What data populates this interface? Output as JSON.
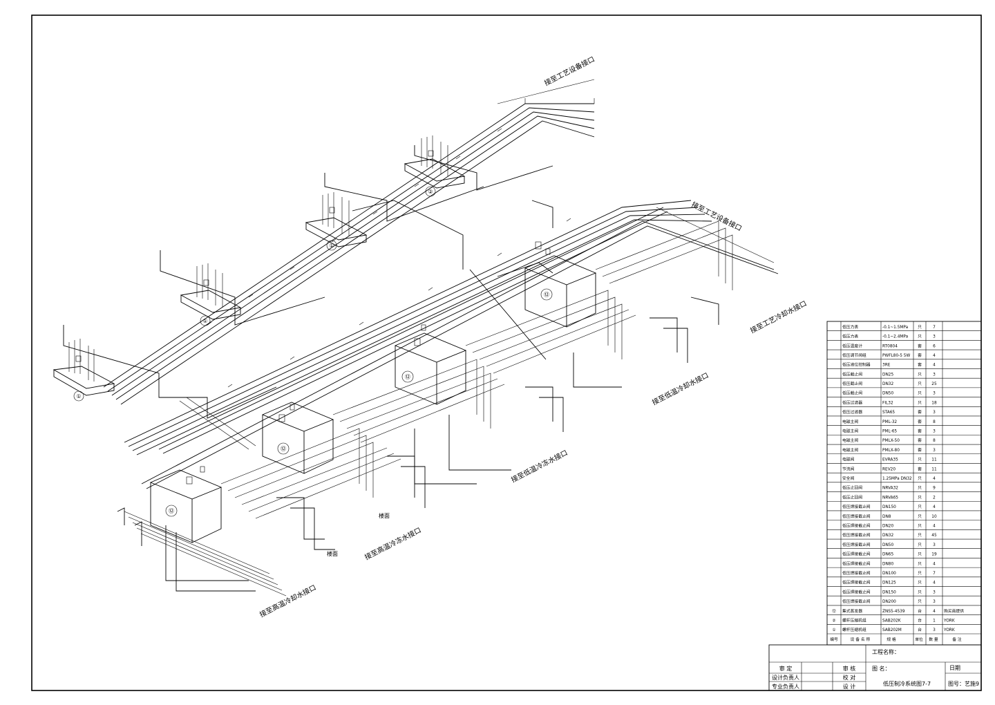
{
  "drawing": {
    "rotated_labels": [
      "接至工艺设备接口",
      "接至工艺设备接口",
      "接至工艺冷却水接口",
      "接至低温冷却水接口",
      "接至低温冷冻水接口",
      "接至高温冷冻水接口",
      "接至高温冷却水接口"
    ],
    "unit_labels": [
      "①",
      "①",
      "①",
      "②",
      "⑫",
      "⑫",
      "⑫",
      "⑫"
    ],
    "floor_labels": [
      "楼面",
      "楼面"
    ]
  },
  "equipment_table": {
    "header": {
      "no": "编号",
      "name": "设 备 名 称",
      "spec": "规 格",
      "unit": "单位",
      "qty": "数 量",
      "remark": "备 注"
    },
    "rows": [
      {
        "no": "",
        "name": "低压力表",
        "spec": "-0.1~1.5MPa",
        "unit": "只",
        "qty": "7",
        "remark": ""
      },
      {
        "no": "",
        "name": "低压力表",
        "spec": "-0.1~2.4MPa",
        "unit": "只",
        "qty": "3",
        "remark": ""
      },
      {
        "no": "",
        "name": "低压温度计",
        "spec": "RT0804",
        "unit": "套",
        "qty": "6",
        "remark": ""
      },
      {
        "no": "",
        "name": "低压调节阀组",
        "spec": "PWFL80-5  5W",
        "unit": "套",
        "qty": "4",
        "remark": ""
      },
      {
        "no": "",
        "name": "低压液位控制器",
        "spec": "3RE",
        "unit": "套",
        "qty": "4",
        "remark": ""
      },
      {
        "no": "",
        "name": "低压截止阀",
        "spec": "DN25",
        "unit": "只",
        "qty": "3",
        "remark": ""
      },
      {
        "no": "",
        "name": "低压截止阀",
        "spec": "DN32",
        "unit": "只",
        "qty": "25",
        "remark": ""
      },
      {
        "no": "",
        "name": "低压截止阀",
        "spec": "DN50",
        "unit": "只",
        "qty": "3",
        "remark": ""
      },
      {
        "no": "",
        "name": "低压过滤器",
        "spec": "FIL32",
        "unit": "只",
        "qty": "18",
        "remark": ""
      },
      {
        "no": "",
        "name": "低压过滤器",
        "spec": "STA65",
        "unit": "套",
        "qty": "3",
        "remark": ""
      },
      {
        "no": "",
        "name": "电磁主阀",
        "spec": "PML-32",
        "unit": "套",
        "qty": "8",
        "remark": ""
      },
      {
        "no": "",
        "name": "电磁主阀",
        "spec": "PML-65",
        "unit": "套",
        "qty": "3",
        "remark": ""
      },
      {
        "no": "",
        "name": "电磁主阀",
        "spec": "PMLX-50",
        "unit": "套",
        "qty": "8",
        "remark": ""
      },
      {
        "no": "",
        "name": "电磁主阀",
        "spec": "PMLX-80",
        "unit": "套",
        "qty": "3",
        "remark": ""
      },
      {
        "no": "",
        "name": "电磁阀",
        "spec": "EVRA35",
        "unit": "只",
        "qty": "11",
        "remark": ""
      },
      {
        "no": "",
        "name": "节流阀",
        "spec": "REV20",
        "unit": "套",
        "qty": "11",
        "remark": ""
      },
      {
        "no": "",
        "name": "安全阀",
        "spec": "1.25MPa  DN32",
        "unit": "只",
        "qty": "4",
        "remark": ""
      },
      {
        "no": "",
        "name": "低压止回阀",
        "spec": "NRVA32",
        "unit": "只",
        "qty": "9",
        "remark": ""
      },
      {
        "no": "",
        "name": "低压止回阀",
        "spec": "NRVA65",
        "unit": "只",
        "qty": "2",
        "remark": ""
      },
      {
        "no": "",
        "name": "低压焊接截止阀",
        "spec": "DN150",
        "unit": "只",
        "qty": "4",
        "remark": ""
      },
      {
        "no": "",
        "name": "低压焊接截止阀",
        "spec": "DN8",
        "unit": "只",
        "qty": "10",
        "remark": ""
      },
      {
        "no": "",
        "name": "低压焊接截止阀",
        "spec": "DN20",
        "unit": "只",
        "qty": "4",
        "remark": ""
      },
      {
        "no": "",
        "name": "低压焊接截止阀",
        "spec": "DN32",
        "unit": "只",
        "qty": "45",
        "remark": ""
      },
      {
        "no": "",
        "name": "低压焊接截止阀",
        "spec": "DN50",
        "unit": "只",
        "qty": "3",
        "remark": ""
      },
      {
        "no": "",
        "name": "低压焊接截止阀",
        "spec": "DN65",
        "unit": "只",
        "qty": "19",
        "remark": ""
      },
      {
        "no": "",
        "name": "低压焊接截止阀",
        "spec": "DN80",
        "unit": "只",
        "qty": "4",
        "remark": ""
      },
      {
        "no": "",
        "name": "低压焊接截止阀",
        "spec": "DN100",
        "unit": "只",
        "qty": "7",
        "remark": ""
      },
      {
        "no": "",
        "name": "低压焊接截止阀",
        "spec": "DN125",
        "unit": "只",
        "qty": "4",
        "remark": ""
      },
      {
        "no": "",
        "name": "低压焊接截止阀",
        "spec": "DN150",
        "unit": "只",
        "qty": "3",
        "remark": ""
      },
      {
        "no": "",
        "name": "低压焊接截止阀",
        "spec": "DN200",
        "unit": "只",
        "qty": "3",
        "remark": ""
      },
      {
        "no": "⑫",
        "name": "集式蒸发器",
        "spec": "ZNS5-4539",
        "unit": "台",
        "qty": "4",
        "remark": "购买商提供"
      },
      {
        "no": "②",
        "name": "螺杆压缩机组",
        "spec": "SAB202K",
        "unit": "台",
        "qty": "1",
        "remark": "YORK"
      },
      {
        "no": "①",
        "name": "螺杆压缩机组",
        "spec": "SAB202M",
        "unit": "台",
        "qty": "3",
        "remark": "YORK"
      }
    ]
  },
  "title_block": {
    "project_label": "工程名称：",
    "drawing_name_label": "图 名：",
    "drawing_title": "低压制冷系统图7-7",
    "date_label": "日期",
    "drawing_no": "图号：艺施9",
    "roles": {
      "r1": "审  定",
      "r2": "审  核",
      "r3": "设计负责人",
      "r4": "校  对",
      "r5": "专业负责人",
      "r6": "设  计"
    }
  }
}
